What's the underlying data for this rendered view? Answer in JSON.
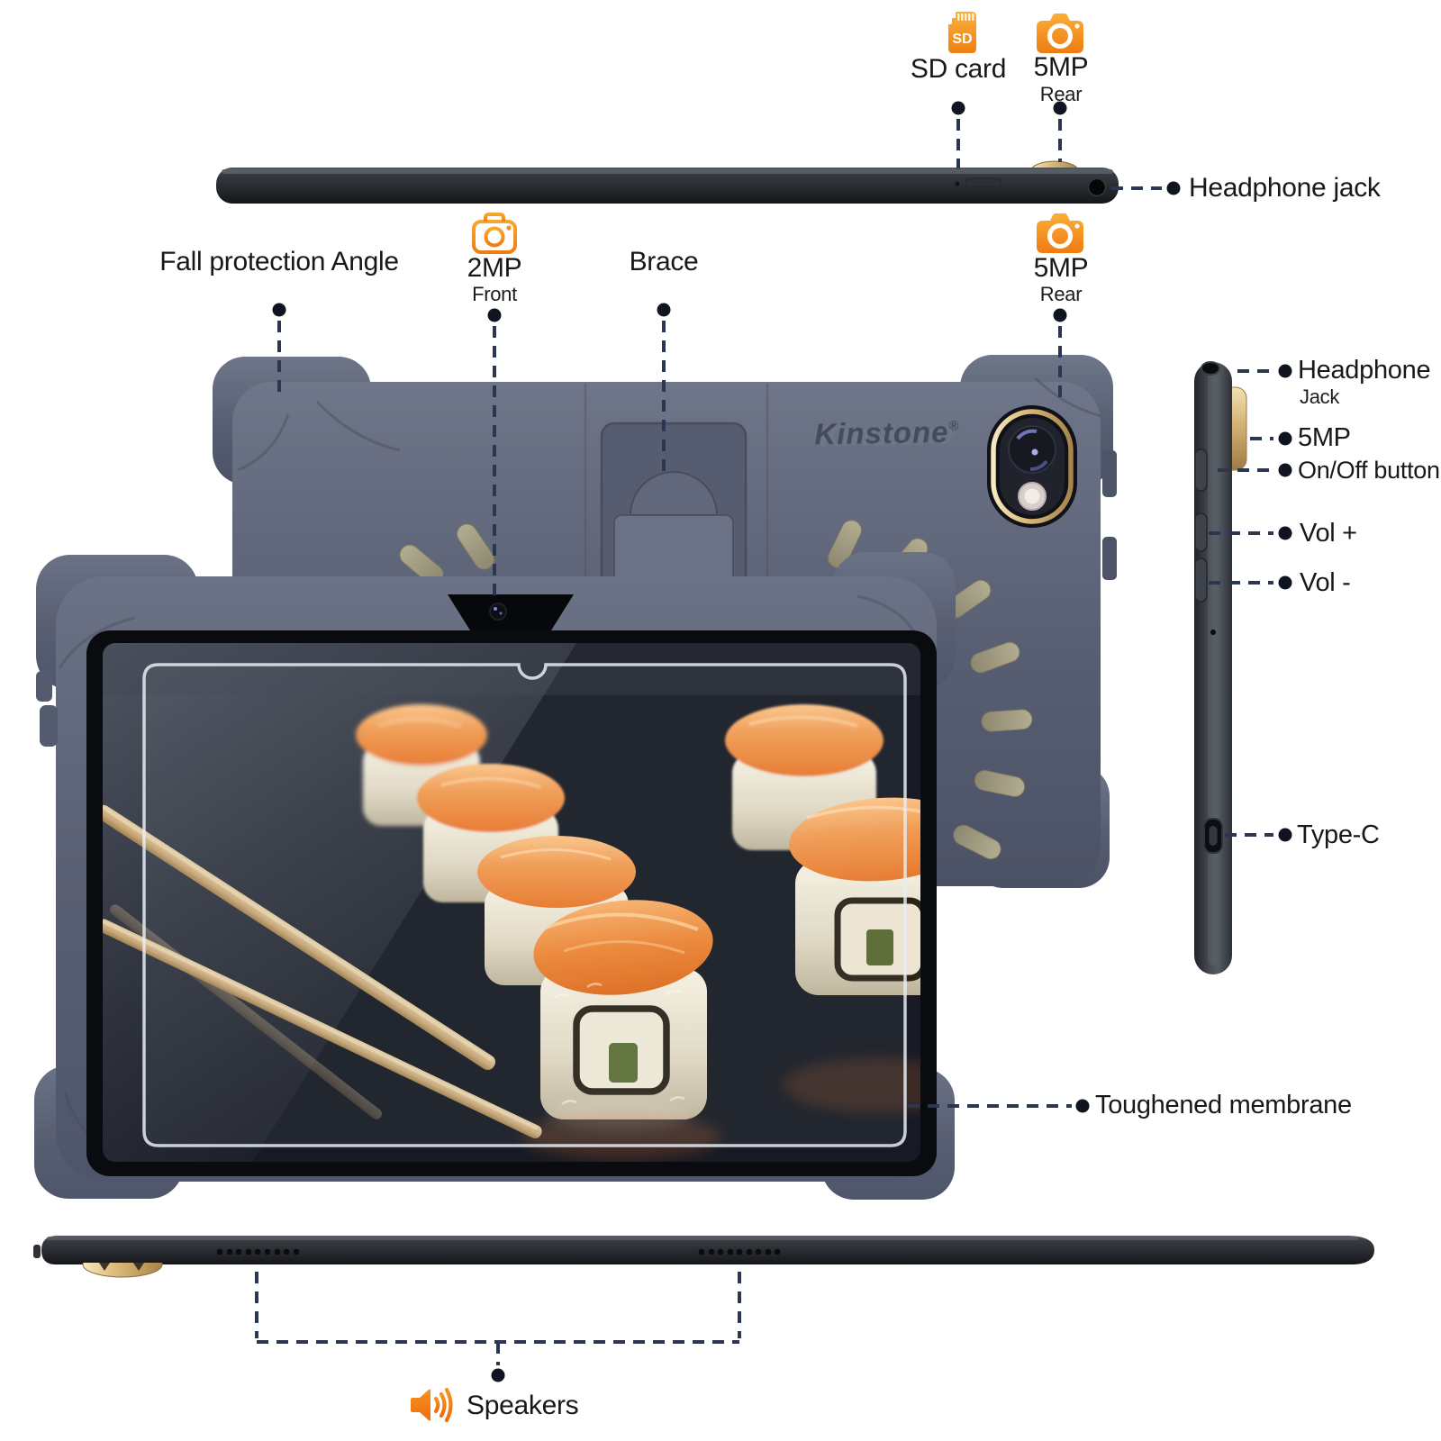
{
  "product": {
    "brand": "Kinstone",
    "reg_mark": "®"
  },
  "colors": {
    "accent_orange": "#F08018",
    "case_slate": "#5A6174",
    "connector_navy": "#2B3750",
    "gold_trim": "#D9B878",
    "label_text": "#17181B"
  },
  "callouts": {
    "sd_card": {
      "label": "SD card",
      "icon": "sd-card-icon"
    },
    "sd_icon_text": "SD",
    "rear_camera_top": {
      "label": "5MP",
      "sublabel": "Rear",
      "icon": "camera-icon"
    },
    "headphone_jack_top": {
      "label": "Headphone jack"
    },
    "fall_protection": {
      "label": "Fall protection Angle"
    },
    "front_camera": {
      "label": "2MP",
      "sublabel": "Front",
      "icon": "camera-outline-icon"
    },
    "brace": {
      "label": "Brace"
    },
    "rear_camera_back": {
      "label": "5MP",
      "sublabel": "Rear",
      "icon": "camera-icon"
    },
    "side": {
      "headphone_jack_line1": "Headphone",
      "headphone_jack_line2": "Jack",
      "camera": "5MP",
      "power": "On/Off button",
      "volume_up": "Vol +",
      "volume_down": "Vol -",
      "usb": "Type-C"
    },
    "toughened_membrane": {
      "label": "Toughened membrane"
    },
    "speakers": {
      "label": "Speakers",
      "icon": "speaker-icon"
    }
  }
}
